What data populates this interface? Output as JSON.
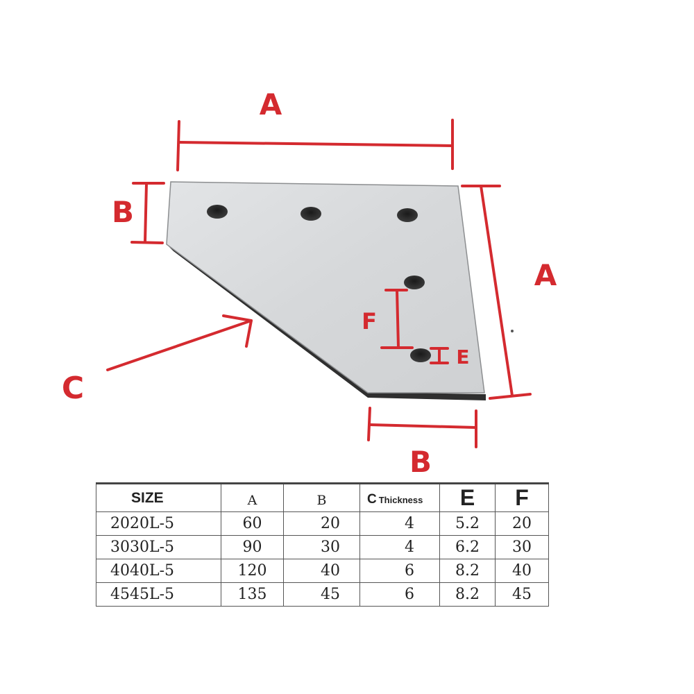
{
  "diagram": {
    "labels": {
      "top_a": "A",
      "left_b": "B",
      "right_a": "A",
      "c": "C",
      "f": "F",
      "e": "E",
      "bottom_b": "B"
    },
    "colors": {
      "dimension_red": "#d42a2f",
      "plate_face": "#d9dbdd",
      "plate_edge": "#3a3a3a"
    }
  },
  "table": {
    "headers": {
      "size": "SIZE",
      "a": "A",
      "b": "B",
      "c": "C",
      "c_suffix": "Thickness",
      "e": "E",
      "f": "F"
    },
    "rows": [
      {
        "size": "2020L-5",
        "a": "60",
        "b": "20",
        "c": "4",
        "e": "5.2",
        "f": "20"
      },
      {
        "size": "3030L-5",
        "a": "90",
        "b": "30",
        "c": "4",
        "e": "6.2",
        "f": "30"
      },
      {
        "size": "4040L-5",
        "a": "120",
        "b": "40",
        "c": "6",
        "e": "8.2",
        "f": "40"
      },
      {
        "size": "4545L-5",
        "a": "135",
        "b": "45",
        "c": "6",
        "e": "8.2",
        "f": "45"
      }
    ]
  }
}
